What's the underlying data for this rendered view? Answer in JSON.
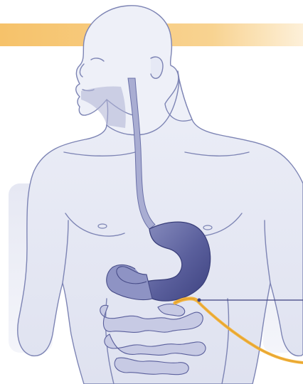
{
  "figure": {
    "subject": "anatomy-illustration",
    "icons": [
      "human-torso",
      "esophagus",
      "stomach",
      "small-intestine",
      "feeding-tube"
    ],
    "colors": {
      "accent_band": "#f6c46b",
      "body_fill": "#e9ebf5",
      "body_outline": "#7d84b4",
      "background_panel": "#e8eaf4",
      "organ_light": "#a6abd0",
      "organ_dark": "#3f4584",
      "tube": "#f2b23c"
    }
  }
}
